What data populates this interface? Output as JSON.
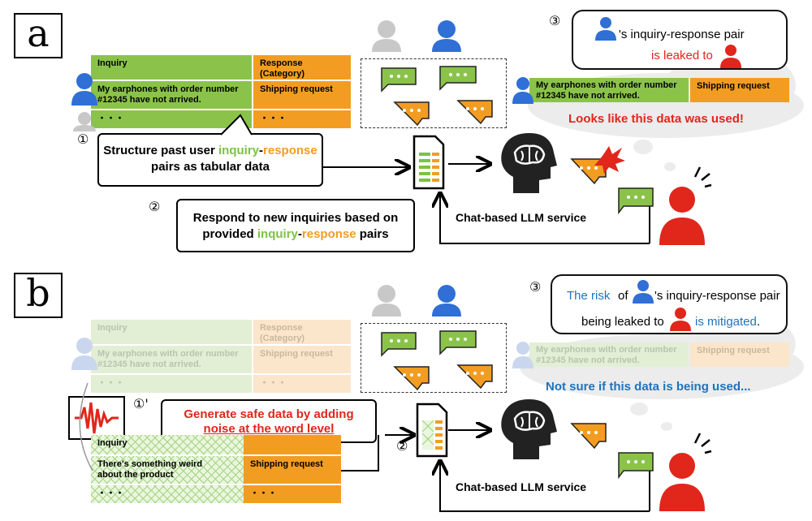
{
  "panel_a": {
    "label": "a",
    "table": {
      "header_inquiry": "Inquiry",
      "header_response": "Response\n(Category)",
      "row_inquiry": "My earphones with order number\n#12345 have not arrived.",
      "row_response": "Shipping request",
      "ellipsis_1": "・・・",
      "ellipsis_2": "・・・"
    },
    "step1_marker": "①",
    "step1_text": {
      "part1": "Structure past user ",
      "inquiry_word": "inquiry",
      "dash": "-",
      "response_word": "response",
      "line2": "pairs as tabular data"
    },
    "step2_marker": "②",
    "step2_text": {
      "line1": "Respond to new inquiries based on",
      "line2_part1": "provided ",
      "inquiry_word": "inquiry",
      "dash": "-",
      "response_word": "response",
      "line2_part2": " pairs"
    },
    "llm_label": "Chat-based LLM service",
    "step3_marker": "③",
    "step3_callout": {
      "line1": "'s inquiry-response pair",
      "line2": "is leaked to"
    },
    "leaked_row_inquiry": "My earphones with order number\n#12345 have not arrived.",
    "leaked_row_response": "Shipping request",
    "leak_text": "Looks like this data was used!"
  },
  "panel_b": {
    "label": "b",
    "table": {
      "header_inquiry": "Inquiry",
      "header_response": "Response\n(Category)",
      "row_inquiry": "My earphones with order number\n#12345 have not arrived.",
      "row_response": "Shipping request",
      "ellipsis_1": "・・・",
      "ellipsis_2": "・・・"
    },
    "step1_marker": "①'",
    "noise_text": {
      "line1": "Generate safe data by adding",
      "line2": "noise at the word level"
    },
    "noisy_table": {
      "header_inquiry": "Inquiry",
      "row_inquiry": "There's something weird\nabout the product",
      "row_response": "Shipping request",
      "ellipsis_1": "・・・",
      "ellipsis_2": "・・・"
    },
    "step2_marker": "②",
    "llm_label": "Chat-based LLM service",
    "step3_marker": "③",
    "step3_callout": {
      "risk_word": "The risk",
      "of_word": " of ",
      "line1_rest": "'s inquiry-response pair",
      "line2_part1": "being leaked to",
      "mitigated_word": "is mitigated",
      "period": "."
    },
    "leaked_row_inquiry": "My earphones with order number\n#12345 have not arrived.",
    "leaked_row_response": "Shipping request",
    "unsure_text": "Not sure if this data is being used..."
  },
  "colors": {
    "green": "#8bc34a",
    "orange": "#f29d22",
    "red": "#e1261c",
    "blue": "#1e73be",
    "person_blue": "#2f6fd6",
    "person_gray": "#c8c8c8",
    "brain_dark": "#222222"
  }
}
